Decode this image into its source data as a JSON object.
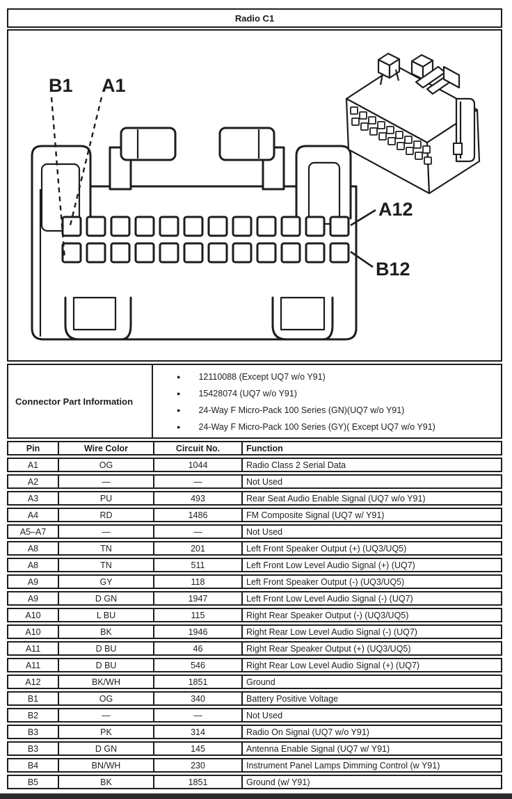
{
  "title": "Radio C1",
  "colors": {
    "line": "#1d1d1d",
    "text": "#1d1d1d",
    "background": "#ffffff",
    "edge_bar": "#2b2b2b"
  },
  "diagram": {
    "labels": {
      "b1": "B1",
      "a1": "A1",
      "a12": "A12",
      "b12": "B12"
    },
    "pins_per_row": 12,
    "iso_holes_per_row": 9
  },
  "connector_info": {
    "label": "Connector Part Information",
    "items": [
      "12110088 (Except UQ7 w/o Y91)",
      "15428074 (UQ7 w/o Y91)",
      "24-Way F Micro-Pack 100 Series (GN)(UQ7 w/o Y91)",
      "24-Way F Micro-Pack 100 Series (GY)( Except UQ7 w/o Y91)"
    ]
  },
  "pin_table": {
    "headers": [
      "Pin",
      "Wire Color",
      "Circuit No.",
      "Function"
    ],
    "rows": [
      {
        "pin": "A1",
        "wire": "OG",
        "circuit": "1044",
        "function": "Radio Class 2 Serial Data"
      },
      {
        "pin": "A2",
        "wire": "—",
        "circuit": "—",
        "function": "Not Used"
      },
      {
        "pin": "A3",
        "wire": "PU",
        "circuit": "493",
        "function": "Rear Seat Audio Enable Signal (UQ7 w/o Y91)"
      },
      {
        "pin": "A4",
        "wire": "RD",
        "circuit": "1486",
        "function": "FM Composite Signal (UQ7 w/ Y91)"
      },
      {
        "pin": "A5–A7",
        "wire": "—",
        "circuit": "—",
        "function": "Not Used"
      },
      {
        "pin": "A8",
        "wire": "TN",
        "circuit": "201",
        "function": "Left Front Speaker Output (+) (UQ3/UQ5)"
      },
      {
        "pin": "A8",
        "wire": "TN",
        "circuit": "511",
        "function": "Left Front Low Level Audio Signal (+) (UQ7)"
      },
      {
        "pin": "A9",
        "wire": "GY",
        "circuit": "118",
        "function": "Left Front Speaker Output (-) (UQ3/UQ5)"
      },
      {
        "pin": "A9",
        "wire": "D GN",
        "circuit": "1947",
        "function": "Left Front Low Level Audio Signal (-) (UQ7)"
      },
      {
        "pin": "A10",
        "wire": "L BU",
        "circuit": "115",
        "function": "Right Rear Speaker Output (-) (UQ3/UQ5)"
      },
      {
        "pin": "A10",
        "wire": "BK",
        "circuit": "1946",
        "function": "Right Rear Low Level Audio Signal (-) (UQ7)"
      },
      {
        "pin": "A11",
        "wire": "D BU",
        "circuit": "46",
        "function": "Right Rear Speaker Output (+) (UQ3/UQ5)"
      },
      {
        "pin": "A11",
        "wire": "D BU",
        "circuit": "546",
        "function": "Right Rear Low Level Audio Signal (+) (UQ7)"
      },
      {
        "pin": "A12",
        "wire": "BK/WH",
        "circuit": "1851",
        "function": "Ground"
      },
      {
        "pin": "B1",
        "wire": "OG",
        "circuit": "340",
        "function": "Battery Positive Voltage"
      },
      {
        "pin": "B2",
        "wire": "—",
        "circuit": "—",
        "function": "Not Used"
      },
      {
        "pin": "B3",
        "wire": "PK",
        "circuit": "314",
        "function": "Radio On Signal (UQ7 w/o Y91)"
      },
      {
        "pin": "B3",
        "wire": "D GN",
        "circuit": "145",
        "function": "Antenna Enable Signal (UQ7 w/ Y91)"
      },
      {
        "pin": "B4",
        "wire": "BN/WH",
        "circuit": "230",
        "function": "Instrument Panel Lamps Dimming Control (w Y91)"
      },
      {
        "pin": "B5",
        "wire": "BK",
        "circuit": "1851",
        "function": "Ground (w/ Y91)"
      }
    ]
  }
}
